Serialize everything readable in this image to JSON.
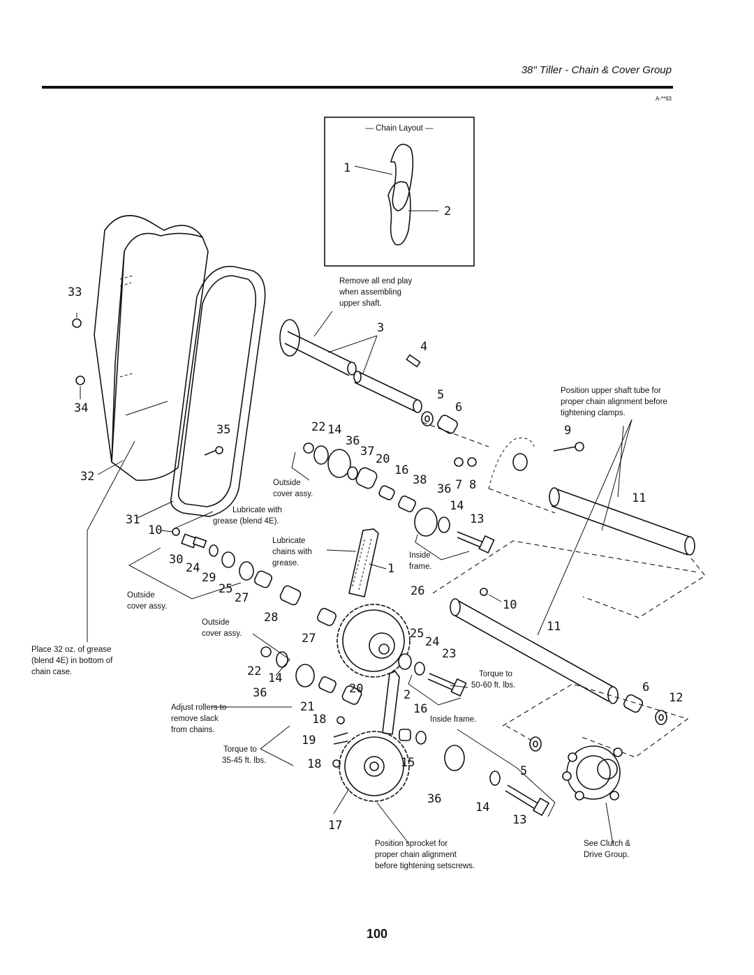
{
  "header": {
    "title": "38\" Tiller - Chain & Cover Group",
    "code": "A-**93"
  },
  "page_number": "100",
  "inset": {
    "title": "— Chain Layout —",
    "labels": [
      "1",
      "2"
    ]
  },
  "callouts": [
    "33",
    "34",
    "35",
    "32",
    "31",
    "10",
    "30",
    "24",
    "29",
    "25",
    "27",
    "28",
    "27",
    "22",
    "14",
    "36",
    "21",
    "18",
    "19",
    "18",
    "17",
    "3",
    "4",
    "5",
    "6",
    "22",
    "14",
    "36",
    "37",
    "20",
    "16",
    "38",
    "36",
    "7",
    "8",
    "14",
    "13",
    "1",
    "26",
    "25",
    "24",
    "23",
    "20",
    "2",
    "16",
    "15",
    "36",
    "14",
    "13",
    "9",
    "11",
    "10",
    "11",
    "6",
    "12",
    "5"
  ],
  "notes": {
    "end_play": [
      "Remove all end play",
      "when assembling",
      "upper shaft."
    ],
    "shaft_tube": [
      "Position upper shaft tube for",
      "proper chain alignment before",
      "tightening clamps."
    ],
    "outside_cover_1": [
      "Outside",
      "cover assy."
    ],
    "lubricate_grease": [
      "Lubricate with",
      "grease (blend 4E)."
    ],
    "lubricate_chains": [
      "Lubricate",
      "chains with",
      "grease."
    ],
    "inside_frame_1": [
      "Inside",
      "frame."
    ],
    "outside_cover_2": [
      "Outside",
      "cover assy."
    ],
    "outside_cover_3": [
      "Outside",
      "cover assy."
    ],
    "place_grease": [
      "Place 32 oz. of grease",
      "(blend 4E) in bottom of",
      "chain case."
    ],
    "torque_1": [
      "Torque to",
      "50-60 ft. lbs."
    ],
    "inside_frame_2": [
      "Inside frame."
    ],
    "adjust_rollers": [
      "Adjust rollers to",
      "remove slack",
      "from chains."
    ],
    "torque_2": [
      "Torque to",
      "35-45 ft. lbs."
    ],
    "position_sprocket": [
      "Position sprocket for",
      "proper chain alignment",
      "before tightening setscrews."
    ],
    "see_clutch": [
      "See Clutch &",
      "Drive Group."
    ]
  }
}
